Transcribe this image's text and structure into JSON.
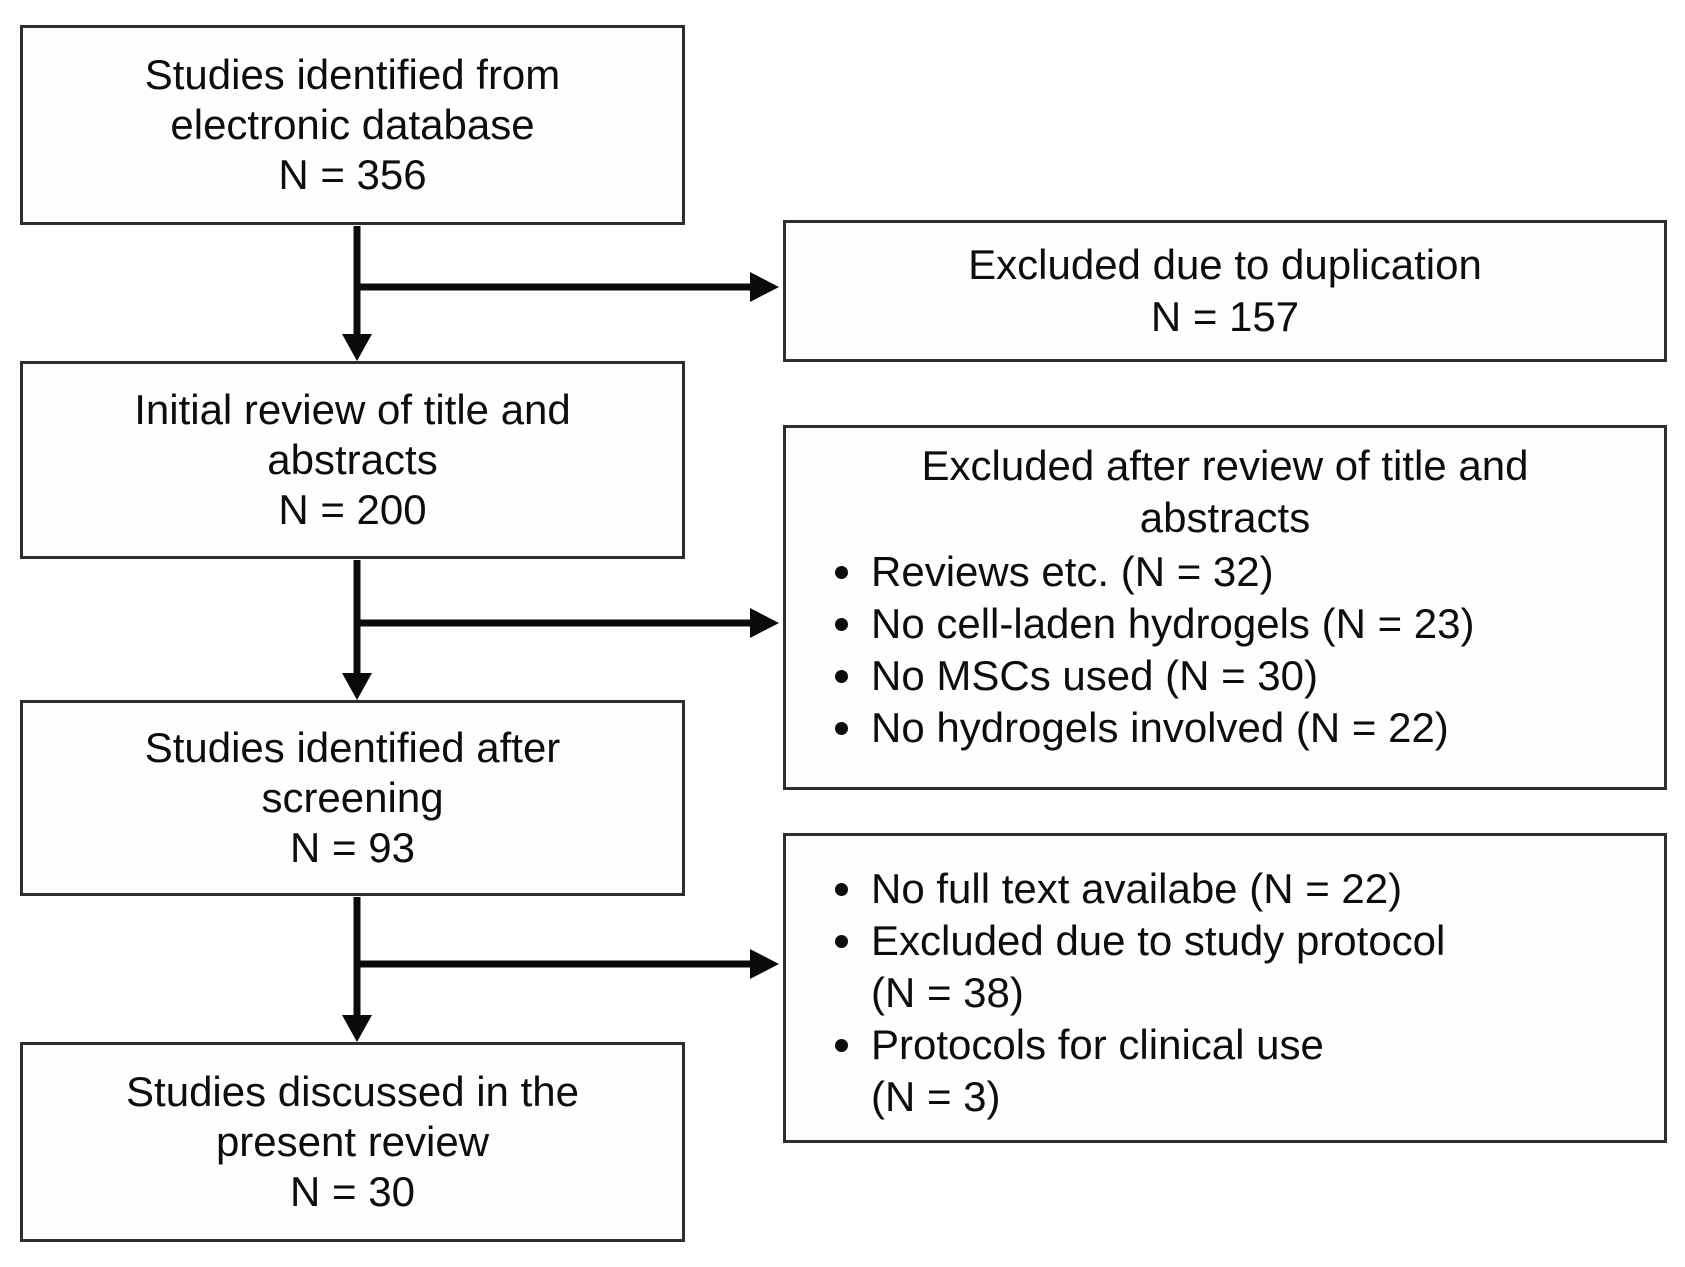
{
  "flow_nodes": [
    {
      "id": "identified",
      "lines": [
        "Studies identified from",
        "electronic database",
        "N = 356"
      ]
    },
    {
      "id": "initial_review",
      "lines": [
        "Initial review of title and",
        "abstracts",
        "N = 200"
      ]
    },
    {
      "id": "screening",
      "lines": [
        "Studies identified after",
        "screening",
        "N = 93"
      ]
    },
    {
      "id": "included",
      "lines": [
        "Studies discussed in the",
        "present review",
        "N = 30"
      ]
    }
  ],
  "exclusion_nodes": [
    {
      "id": "duplication",
      "lines": [
        "Excluded due to duplication",
        "N = 157"
      ],
      "bullets": []
    },
    {
      "id": "title_abstract_review",
      "lines": [
        "Excluded after review of title and",
        "abstracts"
      ],
      "bullets": [
        [
          "Reviews etc. (N = 32)"
        ],
        [
          "No cell-laden hydrogels (N = 23)"
        ],
        [
          "No MSCs used (N = 30)"
        ],
        [
          "No hydrogels involved (N = 22)"
        ]
      ]
    },
    {
      "id": "full_text",
      "lines": [],
      "bullets": [
        [
          "No full text availabe (N = 22)"
        ],
        [
          "Excluded due to study protocol",
          "(N = 38)"
        ],
        [
          "Protocols for clinical use",
          "(N = 3)"
        ]
      ]
    }
  ],
  "colors": {
    "background": "#ffffff",
    "text": "#0d0d0d",
    "box_border": "#2e2e2e",
    "arrow": "#0a0a0a"
  }
}
